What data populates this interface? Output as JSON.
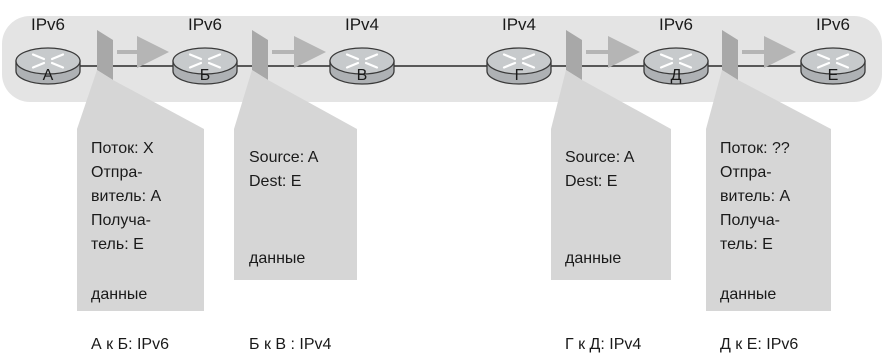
{
  "routers": [
    {
      "letter": "А",
      "protocol": "IPv6"
    },
    {
      "letter": "Б",
      "protocol": "IPv6"
    },
    {
      "letter": "В",
      "protocol": "IPv4"
    },
    {
      "letter": "Г",
      "protocol": "IPv4"
    },
    {
      "letter": "Д",
      "protocol": "IPv6"
    },
    {
      "letter": "Е",
      "protocol": "IPv6"
    }
  ],
  "packets": [
    {
      "lines": [
        "Поток: X",
        "Отпра-",
        "витель: А",
        "Получа-",
        "тель: Е",
        "",
        "данные"
      ],
      "caption": "А к Б: IPv6"
    },
    {
      "lines": [
        "Source: A",
        "Dest: E",
        "",
        "",
        "данные"
      ],
      "caption": "Б к В : IPv4"
    },
    {
      "lines": [
        "Source: A",
        "Dest: E",
        "",
        "",
        "данные"
      ],
      "caption": "Г к Д: IPv4"
    },
    {
      "lines": [
        "Поток: ??",
        "Отпра-",
        "витель: А",
        "Получа-",
        "тель: Е",
        "",
        "данные"
      ],
      "caption": "Д к Е: IPv6"
    }
  ],
  "colors": {
    "band": "#e4e4e4",
    "router": "#aeb1b4",
    "router_top": "#c7cacc",
    "packet_box": "#d6d6d6",
    "arrow": "#b5b5b5"
  }
}
